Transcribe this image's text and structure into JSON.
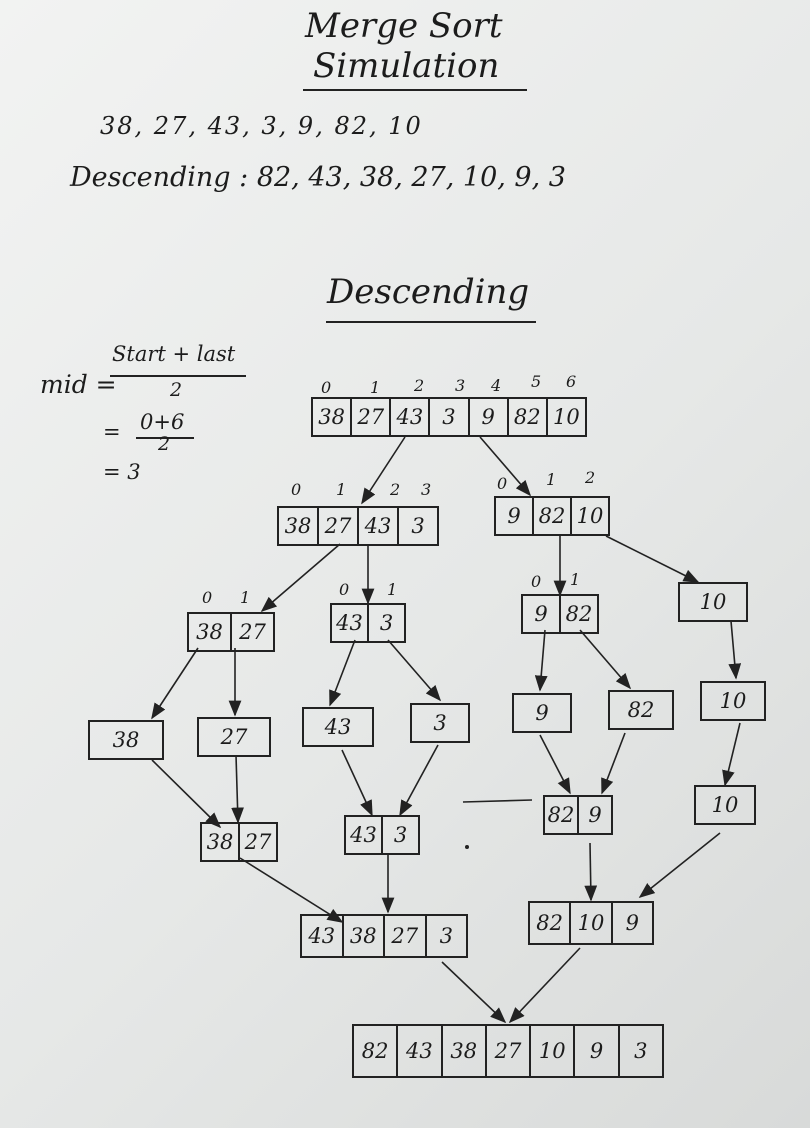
{
  "header": {
    "title_line1": "Merge Sort",
    "title_line2": "Simulation",
    "input_sequence": "38, 27, 43, 3, 9, 82, 10",
    "descending_result": "Descending : 82, 43, 38, 27, 10, 9, 3",
    "section_title": "Descending"
  },
  "formula": {
    "lhs": "mid =",
    "numerator": "Start + last",
    "denominator": "2",
    "step2_eq": "=",
    "step2_num": "0+6",
    "step2_den": "2",
    "step3": "= 3"
  },
  "indices": {
    "root": [
      "0",
      "1",
      "2",
      "3",
      "4",
      "5",
      "6"
    ],
    "left_half": [
      "0",
      "1",
      "2",
      "3"
    ],
    "right_half": [
      "0",
      "1",
      "2"
    ],
    "left_pair": [
      "0",
      "1"
    ],
    "mid_pair": [
      "0",
      "1"
    ],
    "right_pair": [
      "0",
      "1"
    ]
  },
  "nodes": {
    "root": [
      "38",
      "27",
      "43",
      "3",
      "9",
      "82",
      "10"
    ],
    "split_left": [
      "38",
      "27",
      "43",
      "3"
    ],
    "split_right": [
      "9",
      "82",
      "10"
    ],
    "pair_38_27": [
      "38",
      "27"
    ],
    "pair_43_3": [
      "43",
      "3"
    ],
    "pair_9_82": [
      "9",
      "82"
    ],
    "single_10_a": [
      "10"
    ],
    "leaf_38": [
      "38"
    ],
    "leaf_27": [
      "27"
    ],
    "leaf_43": [
      "43"
    ],
    "leaf_3": [
      "3"
    ],
    "leaf_9": [
      "9"
    ],
    "leaf_82": [
      "82"
    ],
    "single_10_b": [
      "10"
    ],
    "merged_38_27": [
      "38",
      "27"
    ],
    "merged_43_3": [
      "43",
      "3"
    ],
    "merged_82_9": [
      "82",
      "9"
    ],
    "single_10_c": [
      "10"
    ],
    "merged_left": [
      "43",
      "38",
      "27",
      "3"
    ],
    "merged_right": [
      "82",
      "10",
      "9"
    ],
    "final": [
      "82",
      "43",
      "38",
      "27",
      "10",
      "9",
      "3"
    ]
  }
}
